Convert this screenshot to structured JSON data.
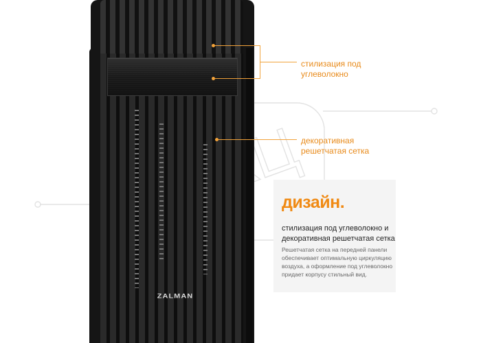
{
  "product": {
    "logo_text": "ZALMAN"
  },
  "callouts": [
    {
      "text_line1": "стилизация под",
      "text_line2": "углеволокно"
    },
    {
      "text_line1": "декоративная",
      "text_line2": "решетчатая сетка"
    }
  ],
  "info": {
    "title": "дизайн.",
    "subtitle": "стилизация под углеволокно и декоративная решетчатая сетка",
    "body": "Решетчатая сетка на передней панели обеспечивает оптимальную циркуляцию воздуха, а оформление под углеволокно придает корпусу стильный вид."
  },
  "watermark": {
    "text": "ВКЦ"
  },
  "colors": {
    "accent": "#f08a14",
    "callout_line": "#f2a23a",
    "case": "#151515"
  }
}
